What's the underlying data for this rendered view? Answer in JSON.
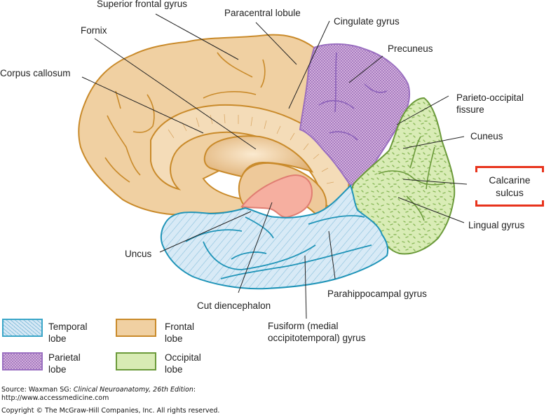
{
  "labels": {
    "superior_frontal_gyrus": "Superior frontal gyrus",
    "paracentral_lobule": "Paracentral lobule",
    "cingulate_gyrus": "Cingulate gyrus",
    "fornix": "Fornix",
    "precuneus": "Precuneus",
    "corpus_callosum": "Corpus callosum",
    "parieto_occipital_1": "Parieto-occipital",
    "parieto_occipital_2": "fissure",
    "cuneus": "Cuneus",
    "calcarine_1": "Calcarine",
    "calcarine_2": "sulcus",
    "lingual_gyrus": "Lingual gyrus",
    "uncus": "Uncus",
    "parahippocampal_gyrus": "Parahippocampal gyrus",
    "cut_diencephalon": "Cut diencephalon",
    "fusiform_1": "Fusiform (medial",
    "fusiform_2": "occipitotemporal) gyrus"
  },
  "legend": [
    {
      "line1": "Temporal",
      "line2": "lobe",
      "fill": "#d6e8f5",
      "stroke": "#3aa6c8"
    },
    {
      "line1": "Frontal",
      "line2": "lobe",
      "fill": "#f0d0a2",
      "stroke": "#c98a2a"
    },
    {
      "line1": "Parietal",
      "line2": "lobe",
      "fill": "#c49bd0",
      "stroke": "#9a6fc0"
    },
    {
      "line1": "Occipital",
      "line2": "lobe",
      "fill": "#d8ebb4",
      "stroke": "#6b9a3a"
    }
  ],
  "highlight": {
    "color": "#e8331c"
  },
  "source": {
    "prefix": "Source: Waxman SG: ",
    "book": "Clinical Neuroanatomy, 26th Edition",
    "suffix": ":",
    "url": "http://www.accessmedicine.com",
    "copyright": "Copyright © The McGraw-Hill Companies, Inc. All rights reserved."
  }
}
